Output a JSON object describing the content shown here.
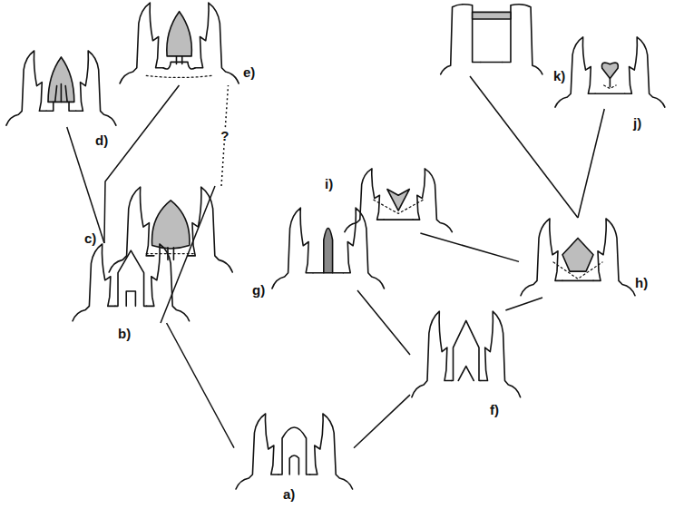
{
  "diagram": {
    "nodes": [
      {
        "text": [
          "e)"
        ]
      },
      {
        "text": [
          "k)"
        ]
      },
      {
        "text": [
          "j)"
        ]
      },
      {
        "text": [
          "d)"
        ]
      },
      {
        "text": [
          "c)"
        ]
      },
      {
        "text": [
          "i)"
        ]
      },
      {
        "text": [
          "g)"
        ]
      },
      {
        "text": [
          "h)"
        ]
      },
      {
        "text": [
          "b)"
        ]
      },
      {
        "text": [
          "f)"
        ]
      },
      {
        "text": [
          "a)"
        ]
      }
    ],
    "edges": [
      {
        "from": 10,
        "to": 8,
        "arrow": "none"
      },
      {
        "from": 10,
        "to": 9,
        "arrow": "none"
      },
      {
        "from": 8,
        "to": 3,
        "arrow": "none"
      },
      {
        "from": 8,
        "to": 0,
        "arrow": "none"
      },
      {
        "from": 8,
        "to": 4,
        "arrow": "none"
      },
      {
        "from": 4,
        "to": 0,
        "label": "?",
        "arrow": "none"
      },
      {
        "from": 9,
        "to": 6,
        "arrow": "none"
      },
      {
        "from": 9,
        "to": 7,
        "arrow": "none"
      },
      {
        "from": 7,
        "to": 5,
        "arrow": "none"
      },
      {
        "from": 7,
        "to": 2,
        "arrow": "none"
      },
      {
        "from": 7,
        "to": 1,
        "arrow": "none"
      }
    ]
  }
}
